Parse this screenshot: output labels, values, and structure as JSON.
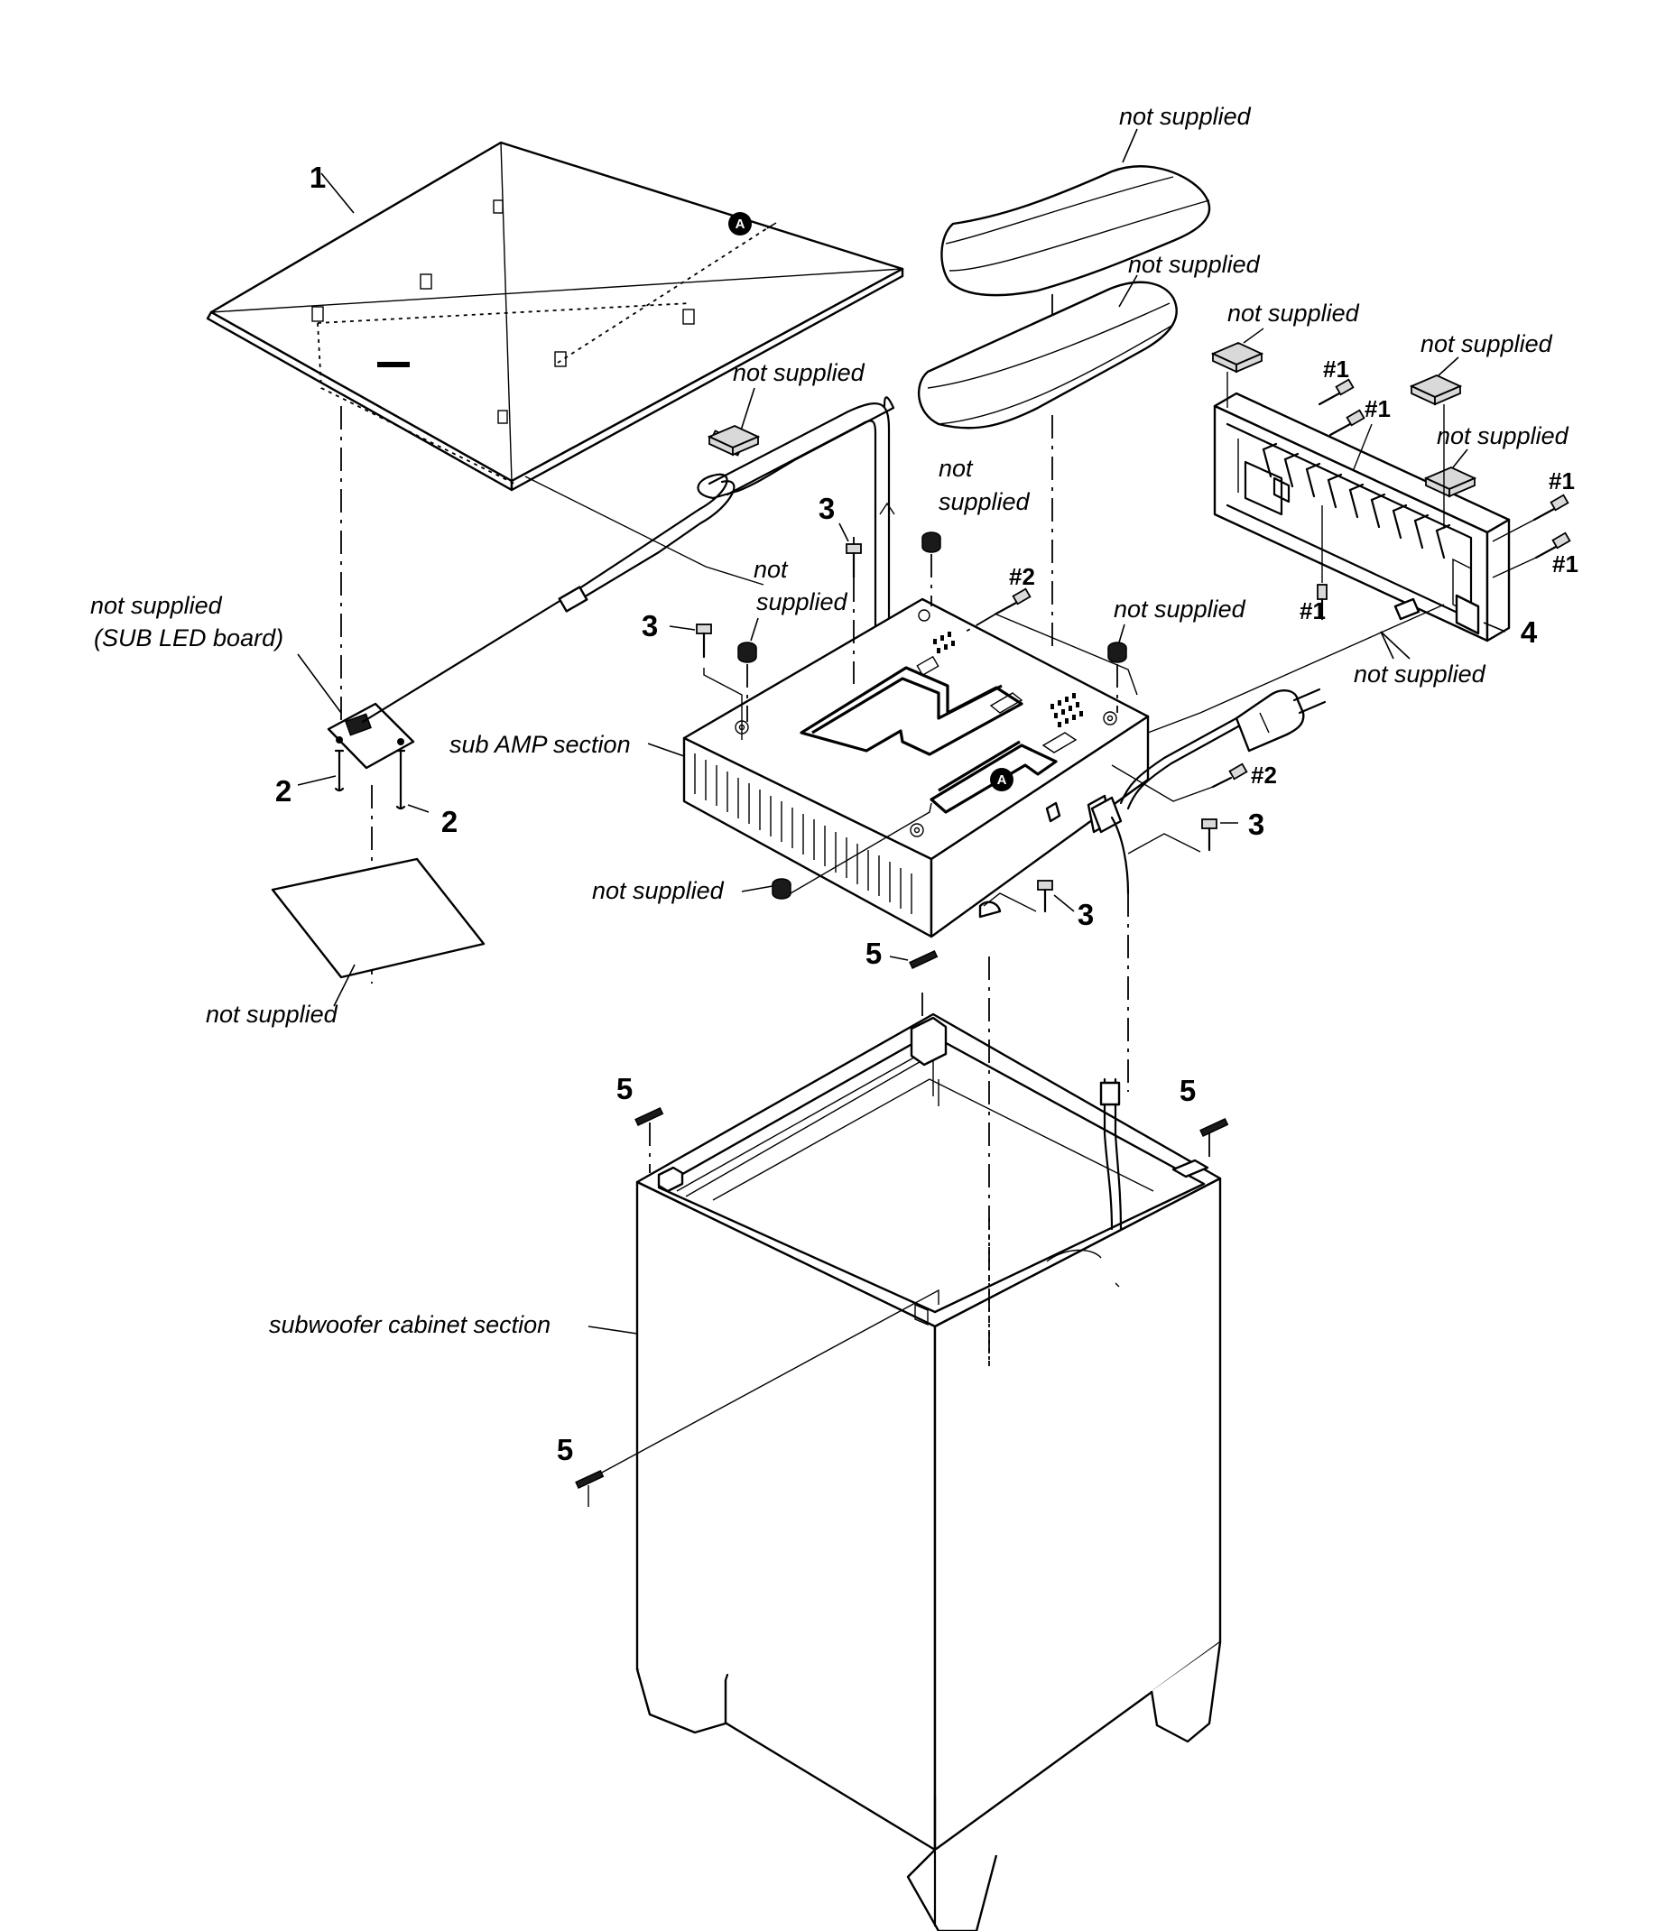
{
  "callouts": {
    "n1": "1",
    "n2a": "2",
    "n2b": "2",
    "n3a": "3",
    "n3b": "3",
    "n3c": "3",
    "n3d": "3",
    "n4": "4",
    "n5a": "5",
    "n5b": "5",
    "n5c": "5",
    "n5d": "5"
  },
  "screw_refs": {
    "s1a": "#1",
    "s1b": "#1",
    "s1c": "#1",
    "s1d": "#1",
    "s1e": "#1",
    "s2a": "#2",
    "s2b": "#2"
  },
  "marker": "A",
  "labels": {
    "ns_pad_top": "not supplied",
    "ns_pad_mid": "not supplied",
    "ns_panel_a": "not supplied",
    "ns_panel_b": "not supplied",
    "ns_panel_c": "not supplied",
    "ns_panel_bottom": "not supplied",
    "ns_cable": "not supplied",
    "ns_foot_r_top": "not",
    "ns_foot_r_bot": "supplied",
    "ns_foot_l_top": "not",
    "ns_foot_l_bot": "supplied",
    "ns_foot_right": "not supplied",
    "ns_foot_low": "not supplied",
    "ns_led_line1": "not supplied",
    "ns_led_line2": "(SUB LED board)",
    "ns_sheet": "not supplied",
    "sub_amp": "sub AMP section",
    "cabinet": "subwoofer cabinet section"
  }
}
